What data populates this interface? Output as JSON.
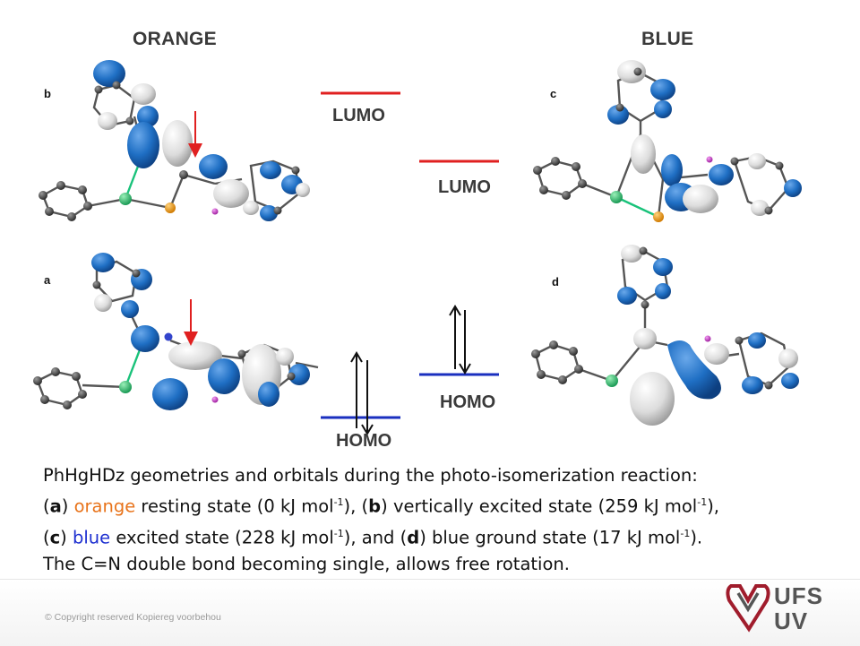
{
  "headers": {
    "left": "ORANGE",
    "right": "BLUE"
  },
  "panels": {
    "a": "a",
    "b": "b",
    "c": "c",
    "d": "d"
  },
  "levels": {
    "orange_lumo": "LUMO",
    "blue_lumo": "LUMO",
    "blue_homo": "HOMO",
    "orange_homo": "HOMO"
  },
  "caption": {
    "line1": "PhHgHDz geometries and orbitals during the photo-isomerization reaction:",
    "line2": {
      "p1": "(",
      "a": "a",
      "p2": ") ",
      "orange": "orange",
      "p3": " resting state (0 kJ mol",
      "sup1": "-1",
      "p4": "), (",
      "b": "b",
      "p5": ") vertically excited state (259 kJ mol",
      "sup2": "-1",
      "p6": "),",
      "orange_color": "#e8731a"
    },
    "line3": {
      "p1": "(",
      "c": "c",
      "p2": ") ",
      "blue": "blue",
      "p3": " excited state (228 kJ mol",
      "sup1": "-1",
      "p4": "), and (",
      "d": "d",
      "p5": ") blue ground state (17 kJ mol",
      "sup2": "-1",
      "p6": ").",
      "blue_color": "#1d2fd0"
    },
    "line4": "The C=N double bond becoming single, allows free rotation."
  },
  "footer": {
    "copyright": "© Copyright reserved Kopiereg voorbehou",
    "logo_top": "UFS",
    "logo_bottom": "UV"
  },
  "colors": {
    "lumo_line": "#e02020",
    "homo_line": "#1a2fbf",
    "orbital_blue": "#1f6fc4",
    "orbital_white": "#e6e6e6",
    "hg_atom": "#2ecc71",
    "s_atom": "#f0a020",
    "h_atom": "#cc33cc",
    "n_atom": "#3344cc"
  }
}
